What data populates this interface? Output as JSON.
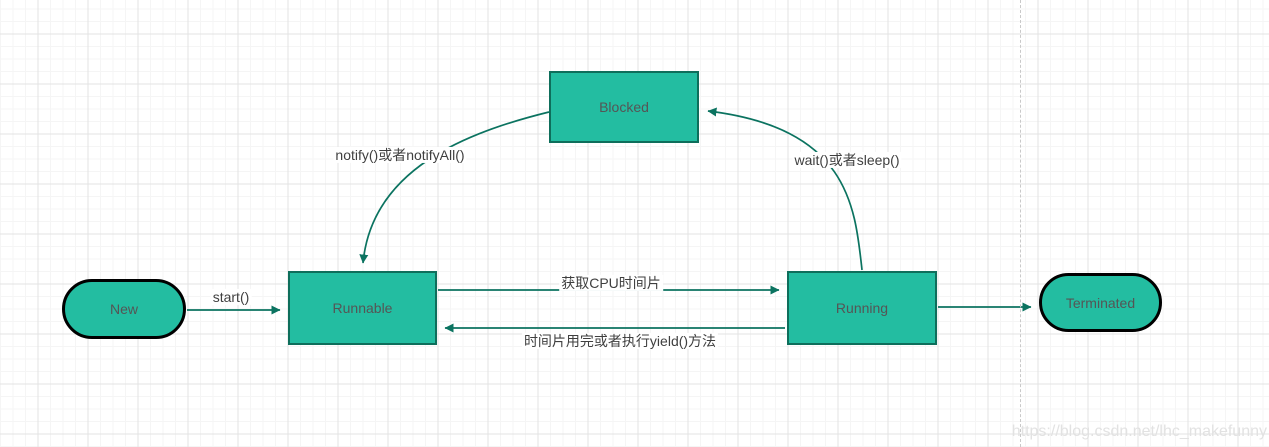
{
  "diagram": {
    "nodes": {
      "new": {
        "label": "New"
      },
      "runnable": {
        "label": "Runnable"
      },
      "running": {
        "label": "Running"
      },
      "blocked": {
        "label": "Blocked"
      },
      "terminated": {
        "label": "Terminated"
      }
    },
    "edges": {
      "start": {
        "label": "start()"
      },
      "acquire_cpu": {
        "label": "获取CPU时间片"
      },
      "yield": {
        "label": "时间片用完或者执行yield()方法"
      },
      "notify": {
        "label": "notify()或者notifyAll()"
      },
      "wait": {
        "label": "wait()或者sleep()"
      }
    },
    "watermark": "https://blog.csdn.net/lhc_makefunny"
  },
  "colors": {
    "node_fill": "#23bda1",
    "node_border": "#0e6e5b",
    "terminal_border": "#000000",
    "edge_color": "#0b7360",
    "node_text": "#555555",
    "label_text": "#3f3f3f",
    "watermark_color": "#e2e2e2",
    "grid_minor": "#f5f5f5",
    "grid_major": "#e3e3e3",
    "page_break": "#c9c9c9"
  }
}
